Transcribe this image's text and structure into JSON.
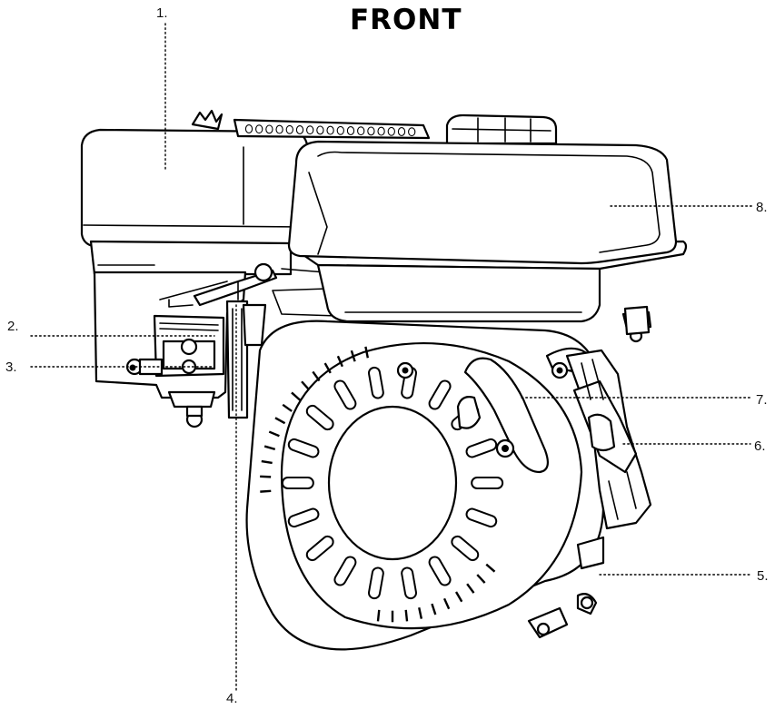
{
  "title": "FRONT",
  "callouts": {
    "c1": "1.",
    "c2": "2.",
    "c3": "3.",
    "c4": "4.",
    "c5": "5.",
    "c6": "6.",
    "c7": "7.",
    "c8": "8."
  }
}
